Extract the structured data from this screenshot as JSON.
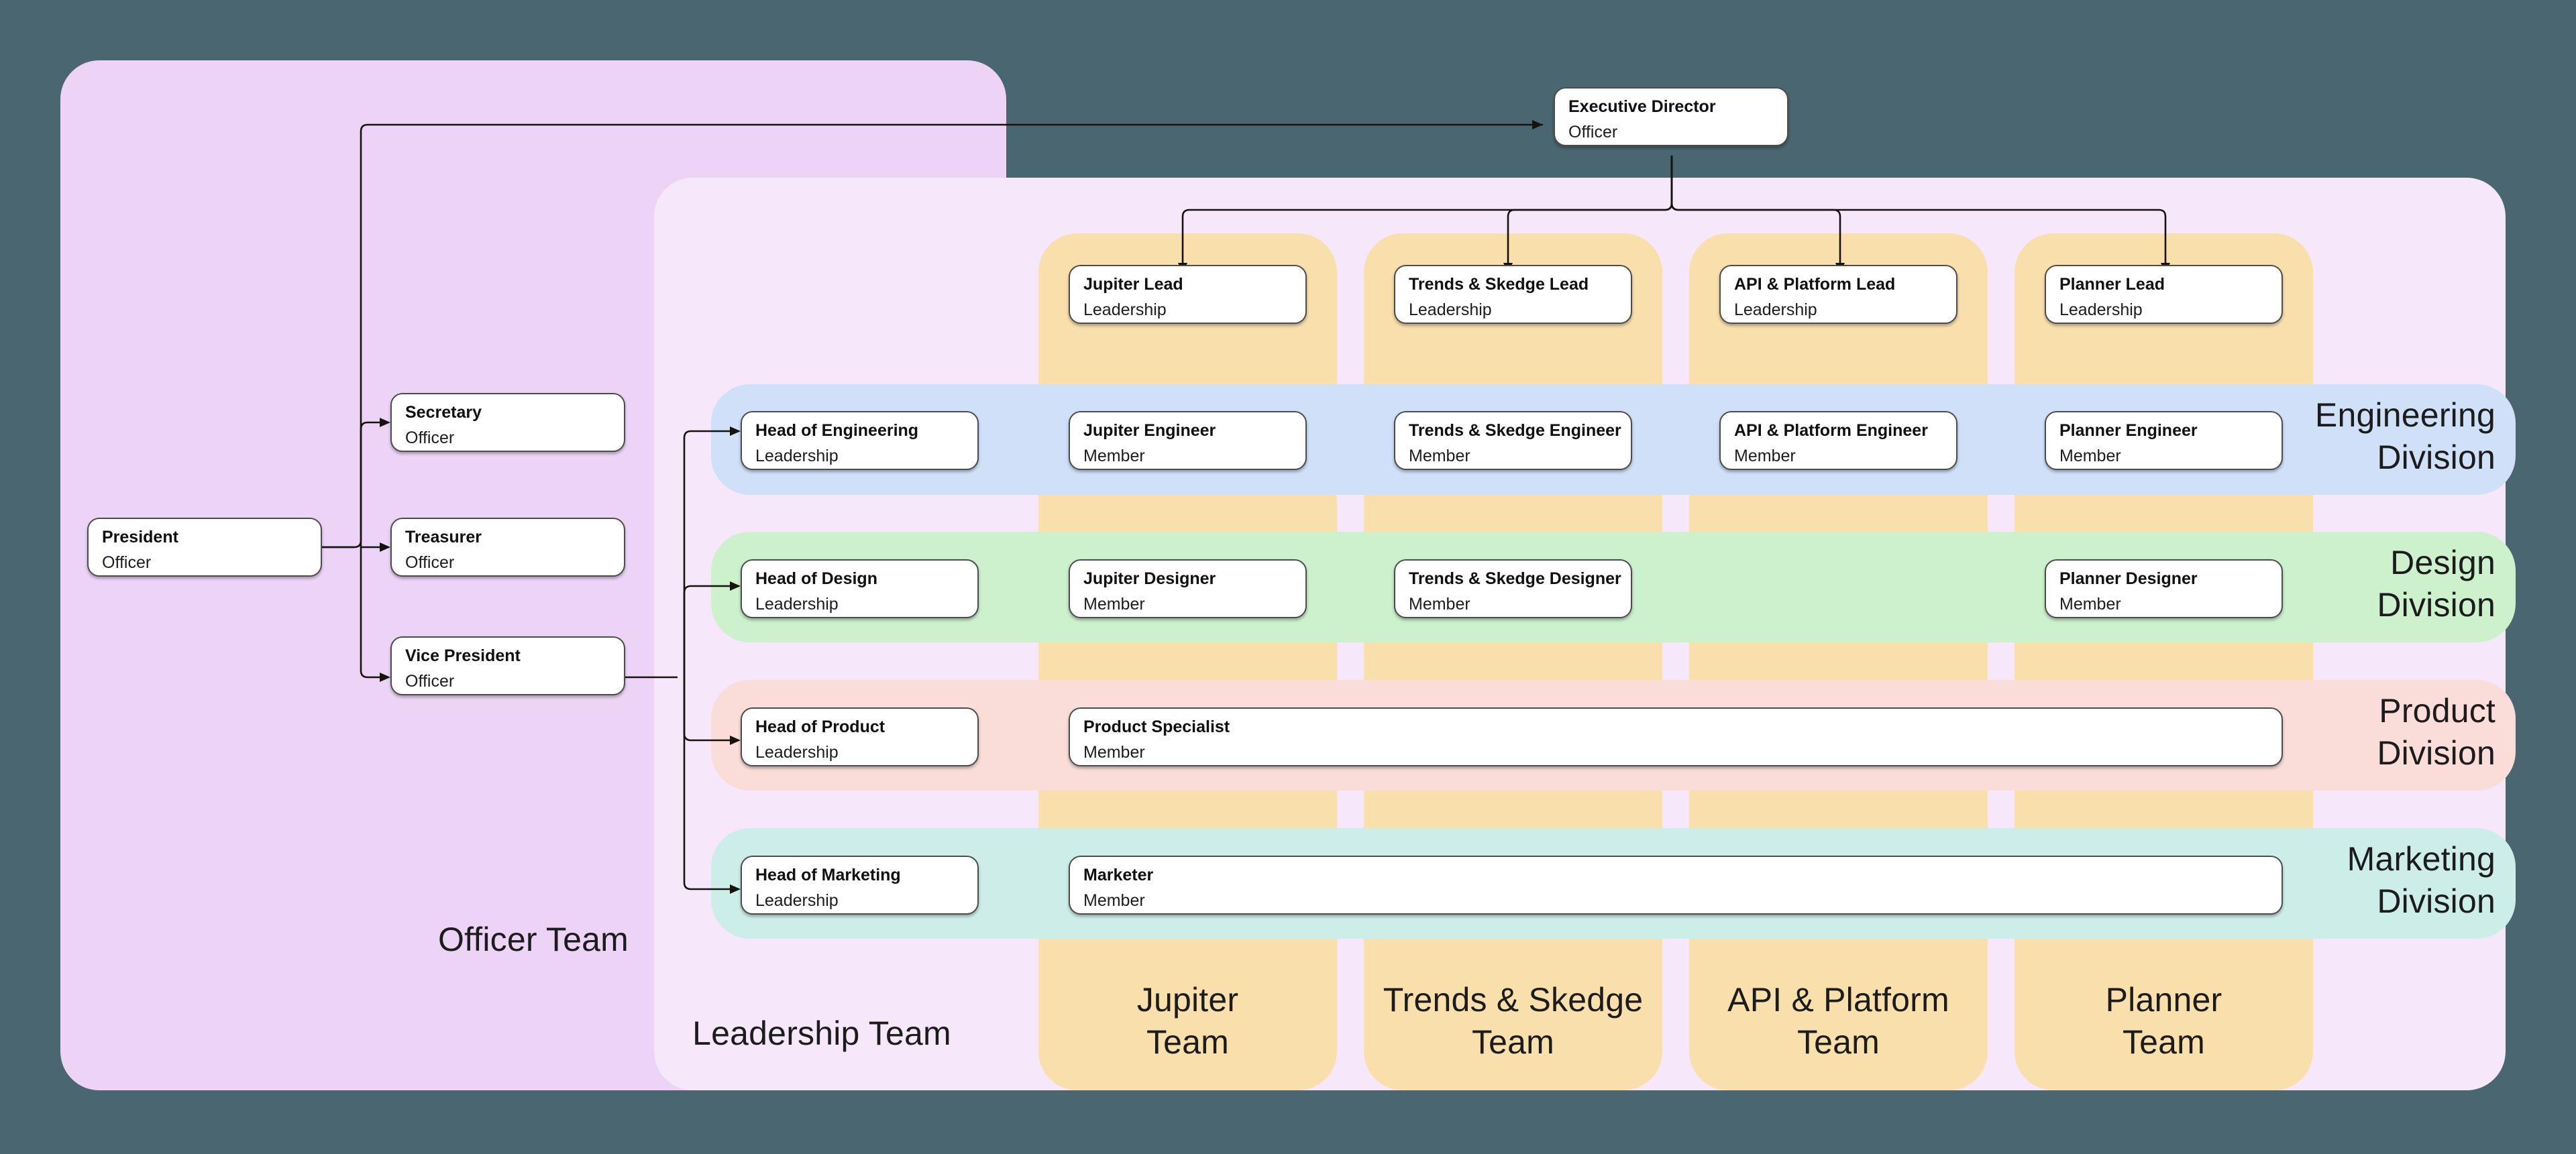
{
  "diagram": {
    "type": "organizational-chart",
    "background_color": "#4a6670"
  },
  "groups": {
    "officer_team": {
      "label": "Officer Team",
      "color": "#edd4f7"
    },
    "leadership_team": {
      "label": "Leadership Team",
      "color": "#f7e7fb"
    }
  },
  "divisions": [
    {
      "key": "engineering",
      "label": "Engineering\nDivision",
      "color": "#cfe0f8"
    },
    {
      "key": "design",
      "label": "Design\nDivision",
      "color": "#cdf0cd"
    },
    {
      "key": "product",
      "label": "Product\nDivision",
      "color": "#fadcd8"
    },
    {
      "key": "marketing",
      "label": "Marketing\nDivision",
      "color": "#cdeee8"
    }
  ],
  "teams": [
    {
      "key": "jupiter",
      "label": "Jupiter\nTeam",
      "color": "#f9dfac"
    },
    {
      "key": "trends",
      "label": "Trends & Skedge\nTeam",
      "color": "#f9dfac"
    },
    {
      "key": "api",
      "label": "API & Platform\nTeam",
      "color": "#f9dfac"
    },
    {
      "key": "planner",
      "label": "Planner\nTeam",
      "color": "#f9dfac"
    }
  ],
  "nodes": {
    "president": {
      "title": "President",
      "role": "Officer"
    },
    "secretary": {
      "title": "Secretary",
      "role": "Officer"
    },
    "treasurer": {
      "title": "Treasurer",
      "role": "Officer"
    },
    "vice_president": {
      "title": "Vice President",
      "role": "Officer"
    },
    "executive_director": {
      "title": "Executive Director",
      "role": "Officer"
    },
    "jupiter_lead": {
      "title": "Jupiter Lead",
      "role": "Leadership"
    },
    "trends_lead": {
      "title": "Trends & Skedge Lead",
      "role": "Leadership"
    },
    "api_lead": {
      "title": "API & Platform Lead",
      "role": "Leadership"
    },
    "planner_lead": {
      "title": "Planner Lead",
      "role": "Leadership"
    },
    "head_engineering": {
      "title": "Head of Engineering",
      "role": "Leadership"
    },
    "jupiter_engineer": {
      "title": "Jupiter Engineer",
      "role": "Member"
    },
    "trends_engineer": {
      "title": "Trends & Skedge Engineer",
      "role": "Member"
    },
    "api_engineer": {
      "title": "API & Platform Engineer",
      "role": "Member"
    },
    "planner_engineer": {
      "title": "Planner Engineer",
      "role": "Member"
    },
    "head_design": {
      "title": "Head of Design",
      "role": "Leadership"
    },
    "jupiter_designer": {
      "title": "Jupiter Designer",
      "role": "Member"
    },
    "trends_designer": {
      "title": "Trends & Skedge Designer",
      "role": "Member"
    },
    "planner_designer": {
      "title": "Planner Designer",
      "role": "Member"
    },
    "head_product": {
      "title": "Head of Product",
      "role": "Leadership"
    },
    "product_specialist": {
      "title": "Product Specialist",
      "role": "Member"
    },
    "head_marketing": {
      "title": "Head of Marketing",
      "role": "Leadership"
    },
    "marketer": {
      "title": "Marketer",
      "role": "Member"
    }
  }
}
